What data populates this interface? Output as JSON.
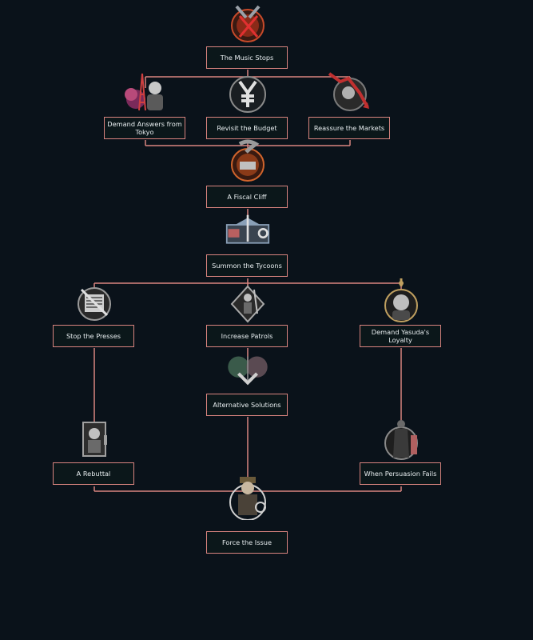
{
  "focus_tree": {
    "nodes": [
      {
        "id": "music-stops",
        "label": "The Music Stops",
        "icon": "music-stops-icon",
        "accent": "#c74a2a"
      },
      {
        "id": "demand-answers-tokyo",
        "label": "Demand Answers from Tokyo",
        "icon": "tokyo-tower-icon",
        "accent": "#b84a7a"
      },
      {
        "id": "revisit-budget",
        "label": "Revisit the Budget",
        "icon": "yen-icon",
        "accent": "#c9c9c9"
      },
      {
        "id": "reassure-markets",
        "label": "Reassure the Markets",
        "icon": "falling-chart-icon",
        "accent": "#c03030"
      },
      {
        "id": "fiscal-cliff",
        "label": "A Fiscal Cliff",
        "icon": "fiscal-cliff-icon",
        "accent": "#d0642c"
      },
      {
        "id": "summon-tycoons",
        "label": "Summon the Tycoons",
        "icon": "tycoons-icon",
        "accent": "#8aa0b8"
      },
      {
        "id": "stop-presses",
        "label": "Stop the Presses",
        "icon": "newspaper-icon",
        "accent": "#9a9a9a"
      },
      {
        "id": "increase-patrols",
        "label": "Increase Patrols",
        "icon": "soldier-icon",
        "accent": "#a8a8a8"
      },
      {
        "id": "demand-yasuda-loyalty",
        "label": "Demand Yasuda's Loyalty",
        "icon": "yasuda-portrait-icon",
        "accent": "#c0a060"
      },
      {
        "id": "alternative-solutions",
        "label": "Alternative Solutions",
        "icon": "handshake-icon",
        "accent": "#6a9a7a"
      },
      {
        "id": "a-rebuttal",
        "label": "A Rebuttal",
        "icon": "speaker-portrait-icon",
        "accent": "#a0a0a0"
      },
      {
        "id": "when-persuasion-fails",
        "label": "When Persuasion Fails",
        "icon": "trenchcoat-icon",
        "accent": "#b06060"
      },
      {
        "id": "force-the-issue",
        "label": "Force the Issue",
        "icon": "officer-portrait-icon",
        "accent": "#c8a050"
      }
    ]
  }
}
